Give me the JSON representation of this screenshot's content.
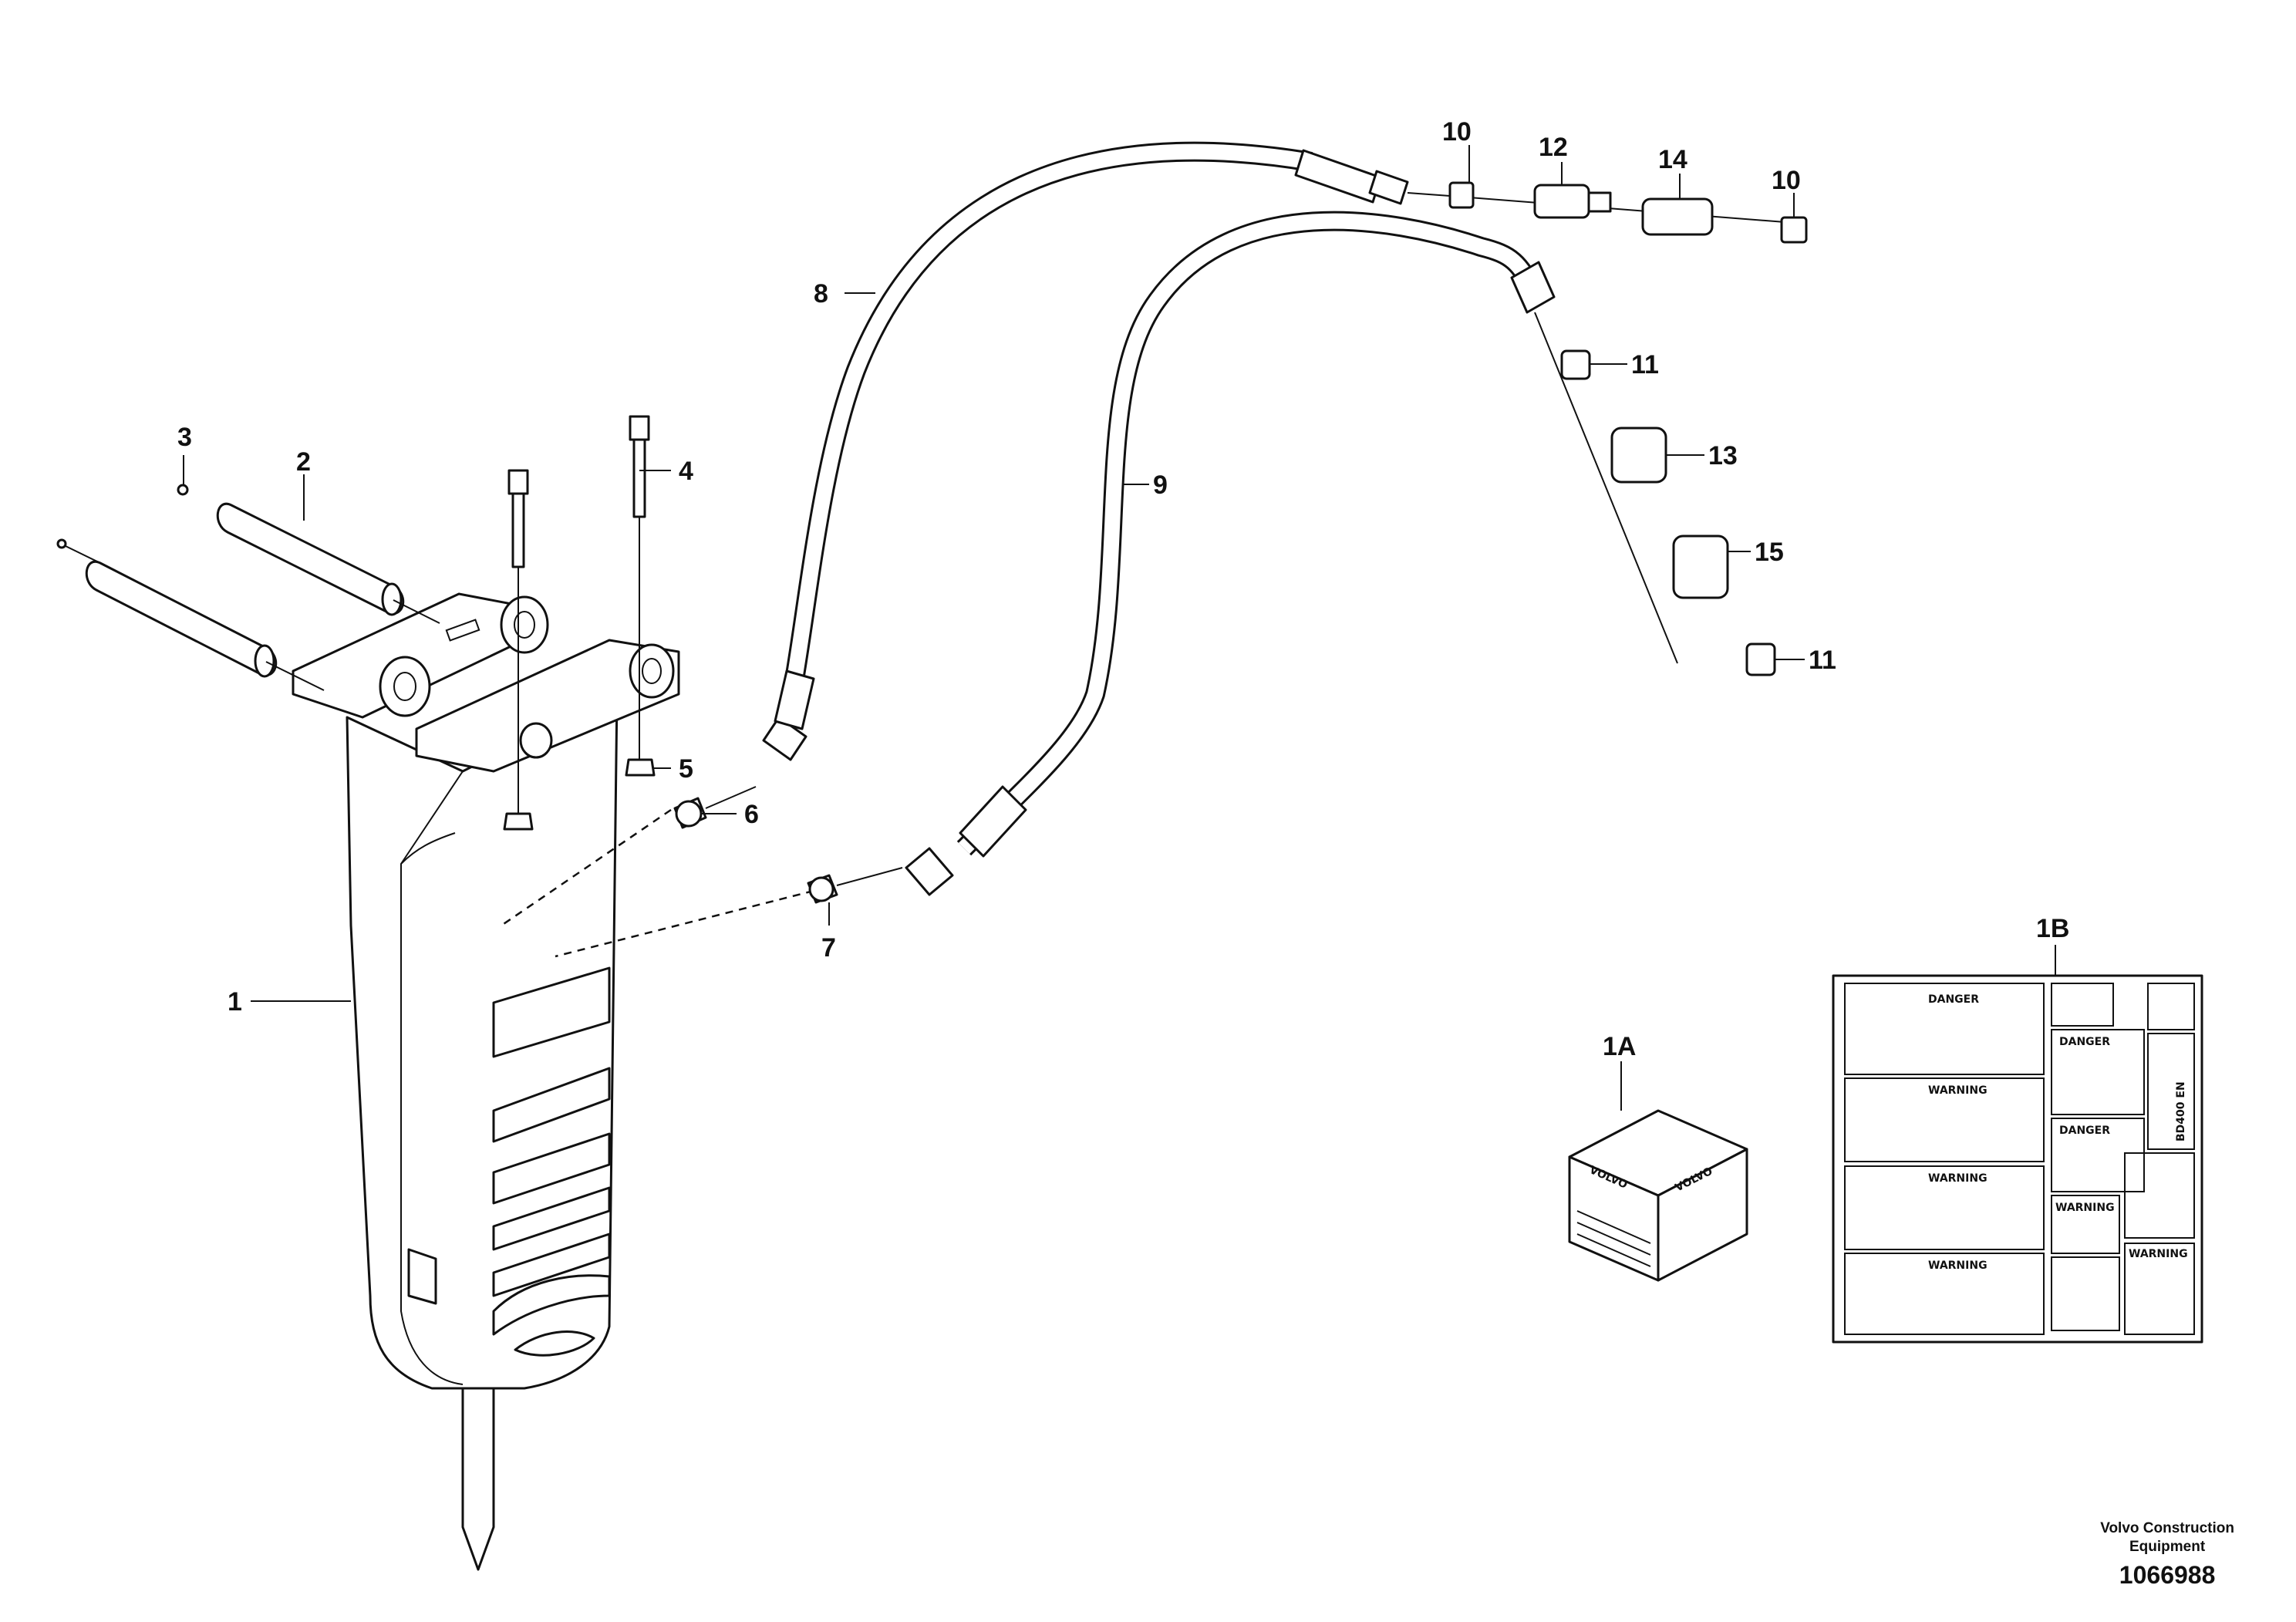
{
  "callouts": {
    "c1": "1",
    "c1a": "1A",
    "c1b": "1B",
    "c2": "2",
    "c3": "3",
    "c4": "4",
    "c5": "5",
    "c6": "6",
    "c7": "7",
    "c8": "8",
    "c9": "9",
    "c10a": "10",
    "c10b": "10",
    "c11a": "11",
    "c11b": "11",
    "c12": "12",
    "c13": "13",
    "c14": "14",
    "c15": "15"
  },
  "decal_sheet": {
    "panel1": "DANGER",
    "panel2": "WARNING",
    "panel3": "WARNING",
    "panel4": "WARNING",
    "right1": "DANGER",
    "right2": "DANGER",
    "right3": "WARNING",
    "right4": "WARNING",
    "vertical": "BD400 EN"
  },
  "box_brand": "VOLVO",
  "footer": {
    "line1": "Volvo Construction",
    "line2": "Equipment",
    "doc_number": "1066988"
  }
}
